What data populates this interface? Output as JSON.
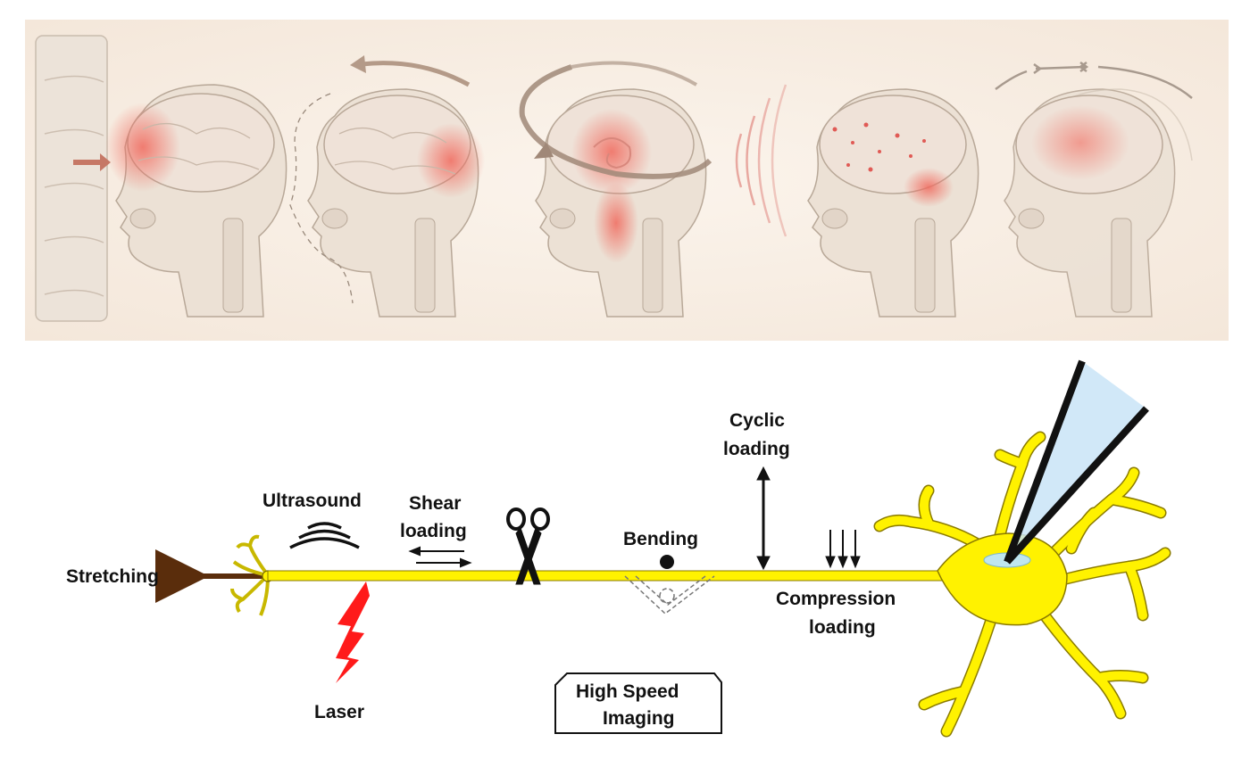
{
  "colors": {
    "panel_bg": "#f8eee4",
    "skull": "#e9ddd0",
    "brain": "#efe2d8",
    "injury": "#f07a6e",
    "motion": "#a08878",
    "axon": "#fff200",
    "axon_outline": "#8a7a00",
    "stretch_arrow": "#5a2d0c",
    "laser": "#ff1a1a",
    "pipette_light": "#c9e4f7"
  },
  "icons": [
    "scissors-icon",
    "lightning-icon",
    "ultrasound-wave-icon",
    "pipette-icon"
  ],
  "diagram": {
    "labels": {
      "stretching": "Stretching",
      "ultrasound": "Ultrasound",
      "shear_line1": "Shear",
      "shear_line2": "loading",
      "bending": "Bending",
      "cyclic_line1": "Cyclic",
      "cyclic_line2": "loading",
      "compression_line1": "Compression",
      "compression_line2": "loading",
      "laser": "Laser",
      "imaging_line1": "High Speed",
      "imaging_line2": "Imaging"
    }
  }
}
